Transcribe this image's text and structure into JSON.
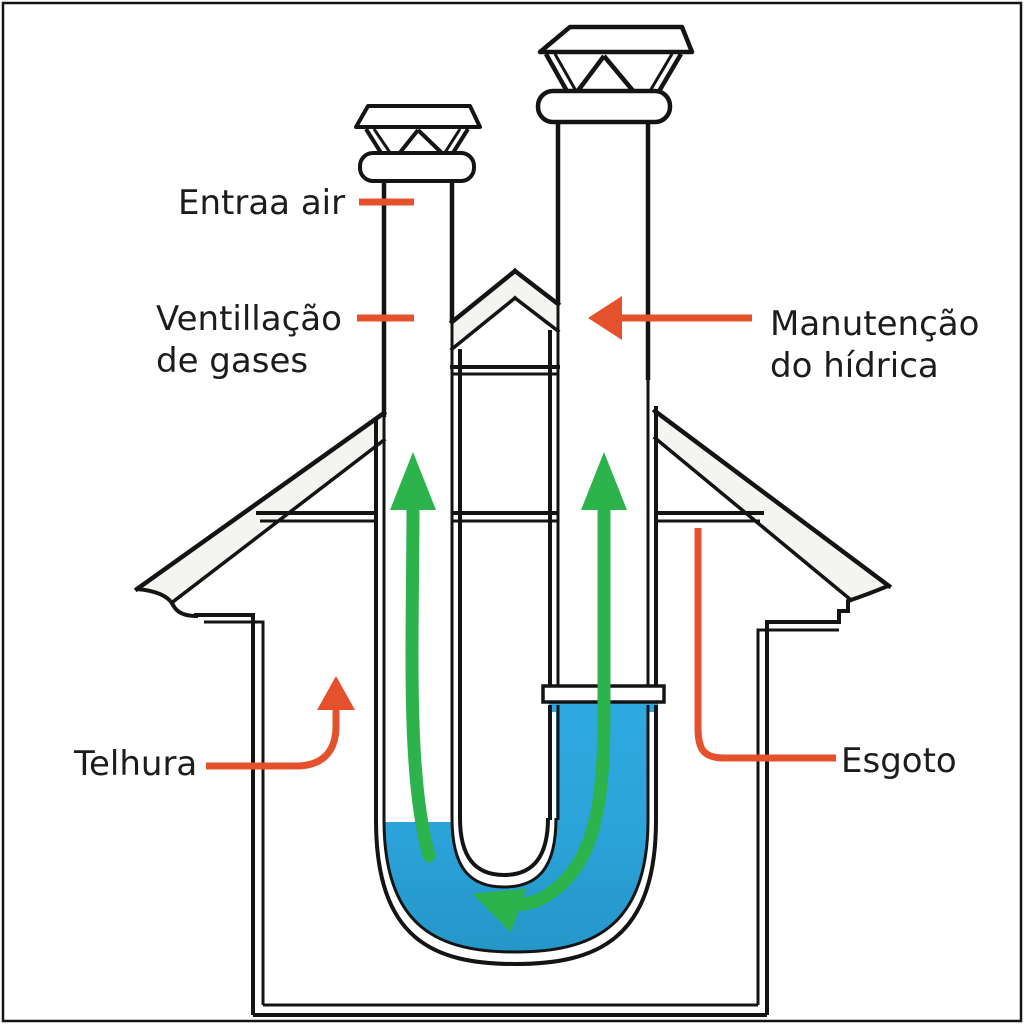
{
  "diagram": {
    "type": "plumbing-vent-house-cross-section",
    "labels": {
      "entraa_air": "Entraa air",
      "ventilacao_line1": "Ventillação",
      "ventilacao_line2": "de gases",
      "manutencao_line1": "Manutenção",
      "manutencao_line2": "do hídrica",
      "telhura": "Telhura",
      "esgoto": "Esgoto"
    },
    "colors": {
      "outline": "#141414",
      "accent_orange": "#E5512C",
      "flow_green": "#2CB34C",
      "water_blue_top": "#2FA9E2",
      "water_blue_bottom": "#2596C8",
      "roof_fill": "#F4F4F1",
      "background": "#FFFFFF",
      "text": "#1C1C1C"
    }
  }
}
